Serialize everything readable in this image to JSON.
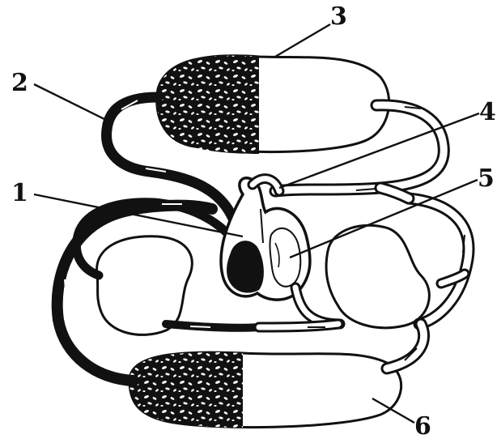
{
  "diagram": {
    "labels": [
      {
        "id": "label-1",
        "text": "1"
      },
      {
        "id": "label-2",
        "text": "2"
      },
      {
        "id": "label-3",
        "text": "3"
      },
      {
        "id": "label-4",
        "text": "4"
      },
      {
        "id": "label-5",
        "text": "5"
      },
      {
        "id": "label-6",
        "text": "6"
      }
    ],
    "colors": {
      "ink": "#111111",
      "paper": "#ffffff"
    }
  }
}
